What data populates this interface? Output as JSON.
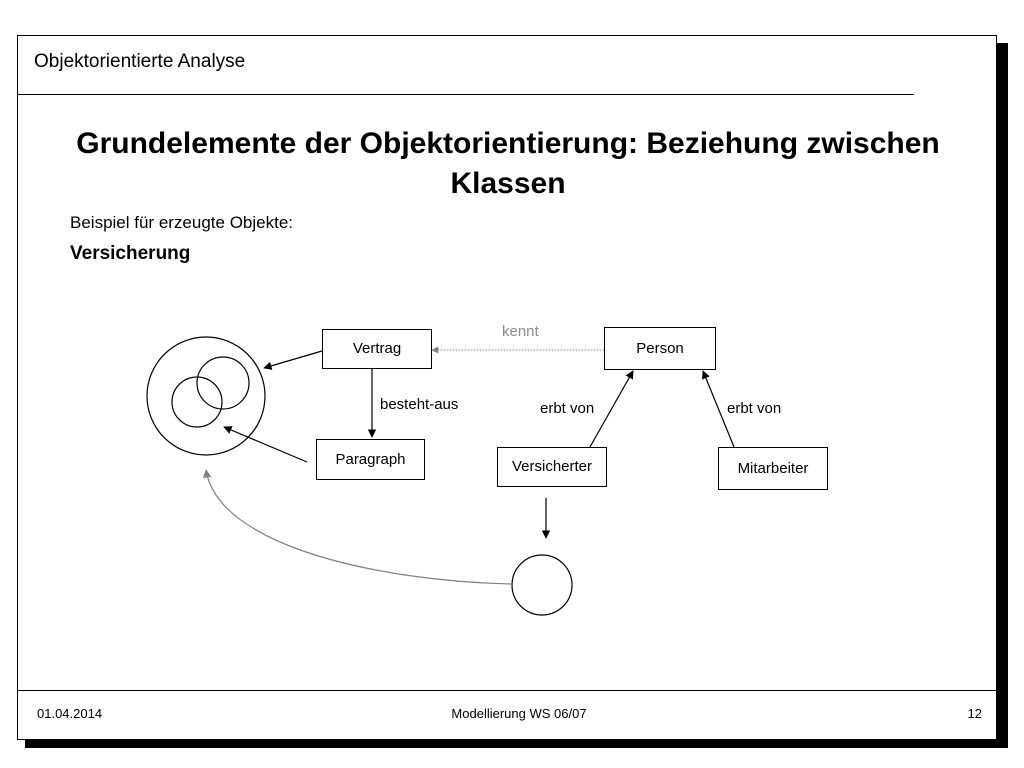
{
  "header": {
    "title": "Objektorientierte Analyse"
  },
  "main": {
    "title": "Grundelemente der Objektorientierung: Beziehung zwischen Klassen",
    "subtitle": "Beispiel für erzeugte Objekte:",
    "section": "Versicherung"
  },
  "diagram": {
    "nodes": {
      "vertrag": "Vertrag",
      "paragraph": "Paragraph",
      "person": "Person",
      "versicherter": "Versicherter",
      "mitarbeiter": "Mitarbeiter"
    },
    "edges": {
      "kennt": "kennt",
      "besteht_aus": "besteht-aus",
      "erbt_von_left": "erbt von",
      "erbt_von_right": "erbt von"
    },
    "colors": {
      "dashed_edge": "#8a8a8a",
      "curve_edge": "#808080"
    }
  },
  "footer": {
    "date": "01.04.2014",
    "course": "Modellierung WS 06/07",
    "page": "12"
  }
}
